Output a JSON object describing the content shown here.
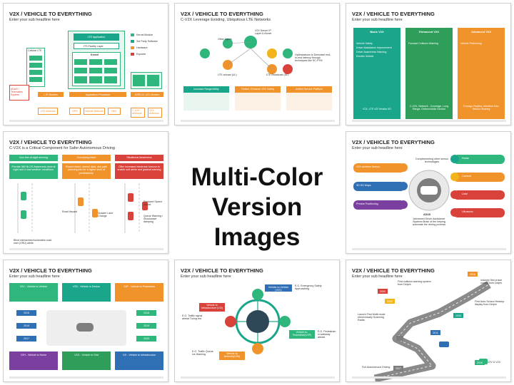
{
  "center": {
    "line1": "Multi-Color",
    "line2": "Version Images"
  },
  "slides": [
    {
      "title": "V2X / VEHICLE TO EVERYTHING",
      "subtitle": "Enter your sub headline here",
      "texts": [
        "LTE Application",
        "Kernel Module",
        "3rd Party Software",
        "Hardware",
        "Exporter",
        "Cellular LTE",
        "ITS Facility Layer",
        "Kernel",
        "ADAS / Telematics System",
        "LTE Modem",
        "Application Processor",
        "IEEE 1609 Stack",
        "DSRC/C-V2X Modem",
        "LTE Antenna",
        "GPS",
        "Vehicle Network",
        "HMI",
        "C-V2X Antenna",
        "V2X Antenna"
      ]
    },
    {
      "title": "V2X / VEHICLE TO EVERYTHING",
      "subtitle": "C-V2X Leverage Existing, Ubiquitous LTE Networks",
      "texts": [
        "V2X Server IP Layer & Above",
        "Other Inputs",
        "Optimizations to Decrease end-to-end latency through techniques like SC-PTM",
        "LTE unicast (UL)",
        "LTE Broadcast (DL)",
        "Increase Range/Utility",
        "Further, Enhance V2V Safety",
        "Unified Service Platform"
      ]
    },
    {
      "title": "V2X / VEHICLE TO EVERYTHING",
      "subtitle": "Enter your sub headline here",
      "texts": [
        "Basic V2X",
        "Enhanced V2X",
        "Advanced V2X",
        "Vehicle Safety",
        "Driver Assistance Improvement",
        "Driver Awareness Warning",
        "Electric Vehicle",
        "Forward Collision Warning",
        "Vehicle Platooning",
        "V2X, LTE V2I Vehicle 5G",
        "C-V2X, Network - Coverage, Long Range, Deterministic Service",
        "Footage Replica, Intention Info, Sensor Sharing"
      ]
    },
    {
      "title": "V2X / VEHICLE TO EVERYTHING",
      "subtitle": "C-V2X is a Critical Component for Safer Autonomous Driving",
      "texts": [
        "Non-line-of-sight sensing",
        "Conveying intent",
        "Situational Awareness",
        "Provide 360 NLOS Awareness work at night and in bad weather conditions.",
        "Shared intent, sensor data, and path planning info for a higher level of predictability.",
        "Offer increased electronic horizon to enable soft alerts and gradual warning",
        "Road Hazard",
        "Sudden Lane Change",
        "Reduced Speed Ahead",
        "Queue Warning / Shockwave damping",
        "Blind intersection/vulnerable road user (VRU) alerts"
      ]
    },
    {
      "title": "V2X / VEHICLE TO EVERYTHING",
      "subtitle": "Enter your sub headline here",
      "texts": [
        "Complementing other sensor technologies",
        "Radar",
        "Camera",
        "Lidar",
        "Ultrasonic",
        "V2X wireless Sensor",
        "3D HD Maps",
        "Precise Positioning",
        "ADAS",
        "Advanced Driver Assistance Systems Brain of the helping automate the driving process"
      ]
    },
    {
      "title": "V2X / VEHICLE TO EVERYTHING",
      "subtitle": "Enter your sub headline here",
      "texts": [
        "V2V - Vehicle to Vehicle",
        "V2D - Vehicle to Device",
        "V2P - Vehicle to Pedestrian",
        "V2H - Vehicle to Home",
        "V2G - Vehicle to Grid",
        "V2I - Vehicle to Infrastructure",
        "2015",
        "2016",
        "2017",
        "2018",
        "2019",
        "2020"
      ]
    },
    {
      "title": "V2X / VEHICLE TO EVERYTHING",
      "subtitle": "Enter your sub headline here",
      "texts": [
        "Vehicle-to-Vehicle (V2V)",
        "E.G. Emergency Safety Approaching",
        "Vehicle to Infrastructure (V2I)",
        "E.G. Traffic signal ahead Turing red",
        "Vehicle-to-Pedestrian(V2P)",
        "E.G. Pedestrian in walkway ahead",
        "Vehicle to Network(V2N)",
        "E.G. Traffic Queue Ice Warning"
      ]
    },
    {
      "title": "V2X / VEHICLE TO EVERYTHING",
      "subtitle": "Enter your sub headline here",
      "texts": [
        "2018",
        "Industry first cruise control from Delphi",
        "First collision warning system from Delphi",
        "2000",
        "First Auto-Sensor Headup display from Delphi",
        "Launch First Multi-mode electronically Scanning Radar",
        "2011",
        "Full-Autonomous Driving",
        "2017",
        "2016",
        "V2V & V2X",
        "2003",
        "2005"
      ]
    }
  ],
  "colors": {
    "orange": "#f0932b",
    "green": "#2eb67d",
    "teal": "#1aa68a",
    "dark_teal": "#0e7c6b",
    "blue": "#2f6fb3",
    "purple": "#7b3fa0",
    "red": "#d9423a",
    "yellow": "#f2b41b",
    "gray": "#7d7d7d"
  }
}
